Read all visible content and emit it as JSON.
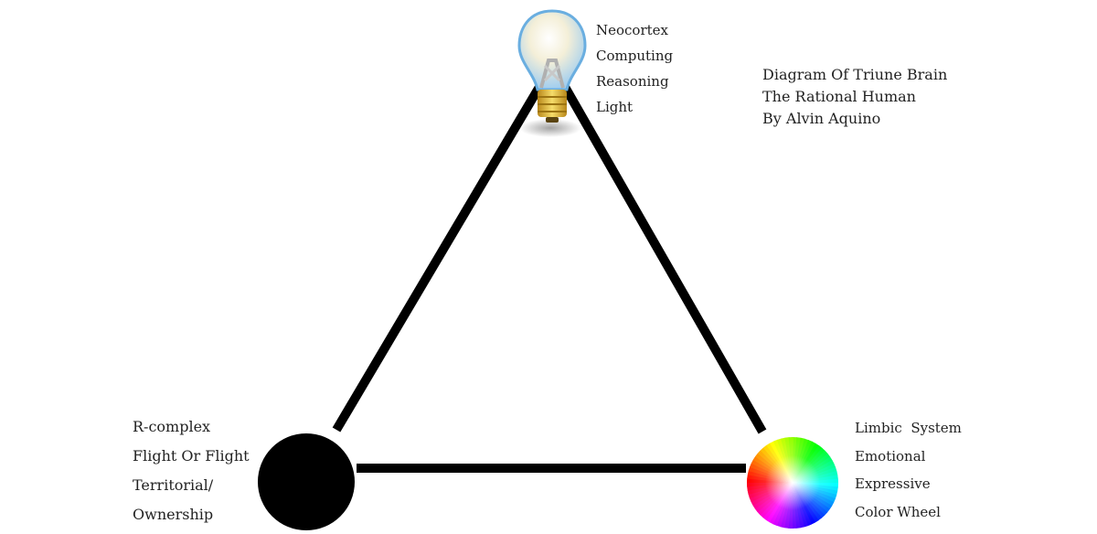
{
  "title_block": {
    "lines": [
      "Diagram Of Triune Brain",
      "The Rational Human",
      "By Alvin Aquino"
    ]
  },
  "nodes": {
    "top": {
      "icon": "light-bulb-icon",
      "labels": [
        "Neocortex",
        "Computing",
        "Reasoning",
        "Light"
      ]
    },
    "left": {
      "icon": "black-circle-icon",
      "labels": [
        "R-complex",
        "Flight Or Flight",
        "Territorial/",
        "Ownership"
      ]
    },
    "right": {
      "icon": "color-wheel-icon",
      "labels": [
        "Limbic  System",
        "Emotional",
        "Expressive",
        "Color Wheel"
      ]
    }
  },
  "colors": {
    "lines": "#000000",
    "text": "#222222",
    "bulb_glass": "#a9d3f0",
    "bulb_base": "#e8c64a"
  }
}
